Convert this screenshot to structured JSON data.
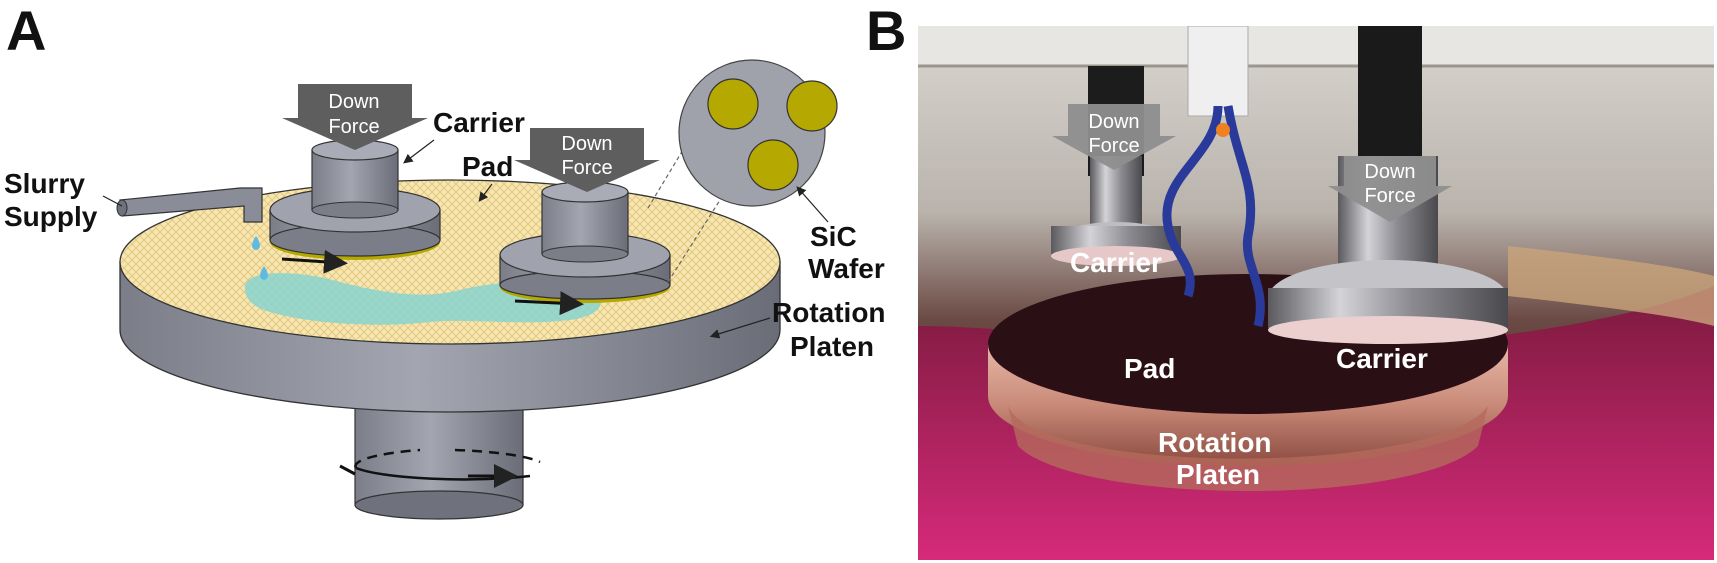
{
  "panel_a": {
    "letter": "A",
    "slurry_supply": [
      "Slurry",
      "Supply"
    ],
    "carrier": "Carrier",
    "pad": "Pad",
    "down_force_1": [
      "Down",
      "Force"
    ],
    "down_force_2": [
      "Down",
      "Force"
    ],
    "sic_wafer": [
      "SiC",
      "Wafer"
    ],
    "rotation_platen": [
      "Rotation",
      "Platen"
    ]
  },
  "panel_b": {
    "letter": "B",
    "down_force_left": [
      "Down",
      "Force"
    ],
    "down_force_right": [
      "Down",
      "Force"
    ],
    "carrier_left": "Carrier",
    "carrier_right": "Carrier",
    "pad": "Pad",
    "rotation_platen": [
      "Rotation",
      "Platen"
    ]
  },
  "colors": {
    "metal": "#8e909c",
    "metal_dark": "#6f717c",
    "metal_light": "#b4b6c0",
    "pad_fill": "#f4e4a8",
    "slurry": "#7fd3d0",
    "wafer": "#b5a800",
    "arrow_gray": "#5e5e5e",
    "photo_bg": "#3a1a24",
    "photo_pink": "#c0206a"
  }
}
